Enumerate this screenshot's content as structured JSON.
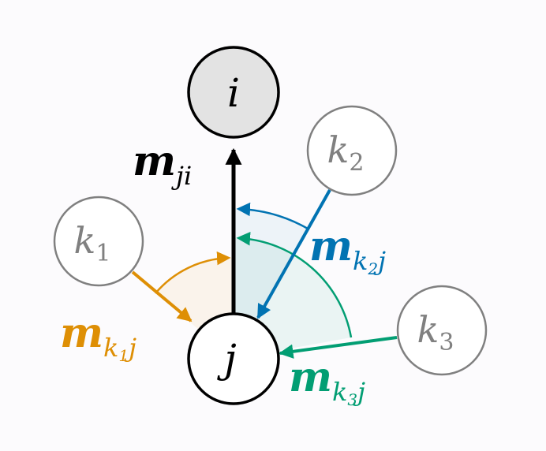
{
  "colors": {
    "background": "#fcfbfd",
    "black": "#000000",
    "gray": "#808080",
    "orange": "#de8f05",
    "blue": "#0173b2",
    "green": "#029e73",
    "target_fill": "#e3e3e3"
  },
  "nodes": {
    "i": {
      "letter": "i",
      "sub": ""
    },
    "j": {
      "letter": "j",
      "sub": ""
    },
    "k1": {
      "letter": "k",
      "sub": "1"
    },
    "k2": {
      "letter": "k",
      "sub": "2"
    },
    "k3": {
      "letter": "k",
      "sub": "3"
    }
  },
  "messages": {
    "m_ji": {
      "symbol": "m",
      "sub": "ji",
      "subsub": ""
    },
    "m_k1j": {
      "symbol": "m",
      "sub": "k",
      "subsub": "1",
      "tail": "j"
    },
    "m_k2j": {
      "symbol": "m",
      "sub": "k",
      "subsub": "2",
      "tail": "j"
    },
    "m_k3j": {
      "symbol": "m",
      "sub": "k",
      "subsub": "3",
      "tail": "j"
    }
  }
}
